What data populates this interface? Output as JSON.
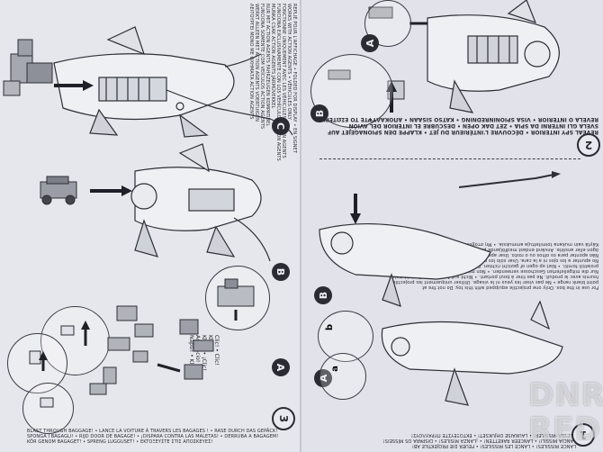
{
  "left_page": {
    "text_block_top": [
      "REPLIÉ POUR L'AFFICHAGE • FOLDED FOR DISPLAY • EN SIGNET",
      "WORKS WITH ACTION AGENTS • VÉHICULES ONLY",
      "FONCTIONNE UNIQUEMENT AVEC LES VÉHICULES ACTION AGENTS",
      "FUNCIONA EXCLUSIVAMENTE CON LOS VEHÍCULOS ACTION AGENTS",
      "MUNKA CSAK ACTION AGENTS JÁRMŰVEKKEL",
      "NUR MIT ACTION AGENTS FAHRZEUGEN KOMPATIBEL",
      "FUNCIONA SOMENTE COM VEÍCULOS ACTION AGENTS",
      "WERKT ALLEEN MET ACTION AGENTS VOERTUIGEN",
      "ΛΕΙΤΟΥΡΓΕΙ ΜΟΝΟ ΜΕ ΟΧΗΜΑΤΑ ACTION AGENTS"
    ],
    "step_c_letter": "C",
    "step_b_letter": "B",
    "step_a_letter": "A",
    "step_number": "3",
    "click_text": [
      "Clic! • Clic!",
      "Klick!",
      "Kliká! • ¡Clic!",
      "Aggancio!",
      "Napsi! • Klikk!"
    ],
    "bottom_text": [
      "BLAST THROUGH BAGGAGE! • LANCE LA VOITURE À TRAVERS LES BAGAGES ! • RASE DURCH DAS GEPÄCK!",
      "SPONGA I BAGAGLI! • RIJD DOOR DE BAGAGE! • ¡DISPARA CONTRA LAS MALETAS! • DERRUBA A BAGAGEM!",
      "KÖR GENOM BAGAGET! • SPRENG LUGGUSET! • EKTOΞEYΣTE ΣTIΣ AΠOΣKEYEΣ!"
    ]
  },
  "right_page": {
    "step_number": "2",
    "heading_lines": [
      "REVEAL SPY INTERIOR • DÉCOUVRE L'INTÉRIEUR DU JET • KLAPPE DEN SPIONAGEJET AUF",
      "SVELA GLI INTERNI DA SPIA • ZET DAK OPEN • DESCUBRE EL INTERIOR DEL AVIÓN",
      "REVELA O INTERIOR • VISA SPIONINREDNING • KATSO SISAAN • ΑΠΟΚΑΛΥΨΤΕ ΤΟ ΕΣΩΤΕΡΙΚΟ"
    ],
    "step_a_letter": "A",
    "step_b_letter": "B",
    "paragraph_lines": [
      "For use in the box. Only one projectile equipped with this toy. Do not fire at",
      "point blank range • Ne pas viser les yeux ni le visage. Utiliser uniquement les projectiles",
      "fournis avec le produit. Ne pas tirer à bout portant. • Nicht auf Augen oder Gesicht zielen.",
      "Nur die mitgelieferten Geschosse verwenden. • Non mirare agli occhi o al viso. Usare solo i",
      "proiettili forniti. • Niet op ogen of gezicht richten. Gebruik alleen de bijgeleverde projectielen.",
      "No apuntar a los ojos ni a la cara. Usar sólo los proyectiles suministrados con el juguete.",
      "Não apontar para os olhos ou o rosto. Usar apenas os projéteis fornecidos. • Sikta inte mot",
      "ögon eller ansikte. Använd endast medföljande projektiler. • Älä tähtää silmiin tai kasvoihin.",
      "Käytä vain mukana toimitettuja ammuksia. • Μη στοχεύετε στα μάτια ή στο πρόσωπο."
    ],
    "callout_b_label": "b",
    "callout_a_label": "a",
    "bottom_text": [
      "LANCE MISSILES! • LANCE LES MISSILES! • FEUER DIE PROJEKTILE AB!",
      "LANCIA MISSILI! • LANCEER RAKETTEN! • ¡LANZA MISILES! • DISPARA OS MÍSSEIS!",
      "AVFYRA MISSILER! • LAUKAISE OHJUKSET! • ΕΚΤΟΞΕΥΣΤΕ ΠΥΡΑΥΛΟΥΣ!"
    ],
    "step1_number": "1"
  },
  "watermark": {
    "line1": "DNR",
    "line2": "RED"
  },
  "colors": {
    "paper": "#e6e7ed",
    "ink": "#2a2b33",
    "watermark": "#ffffff"
  }
}
